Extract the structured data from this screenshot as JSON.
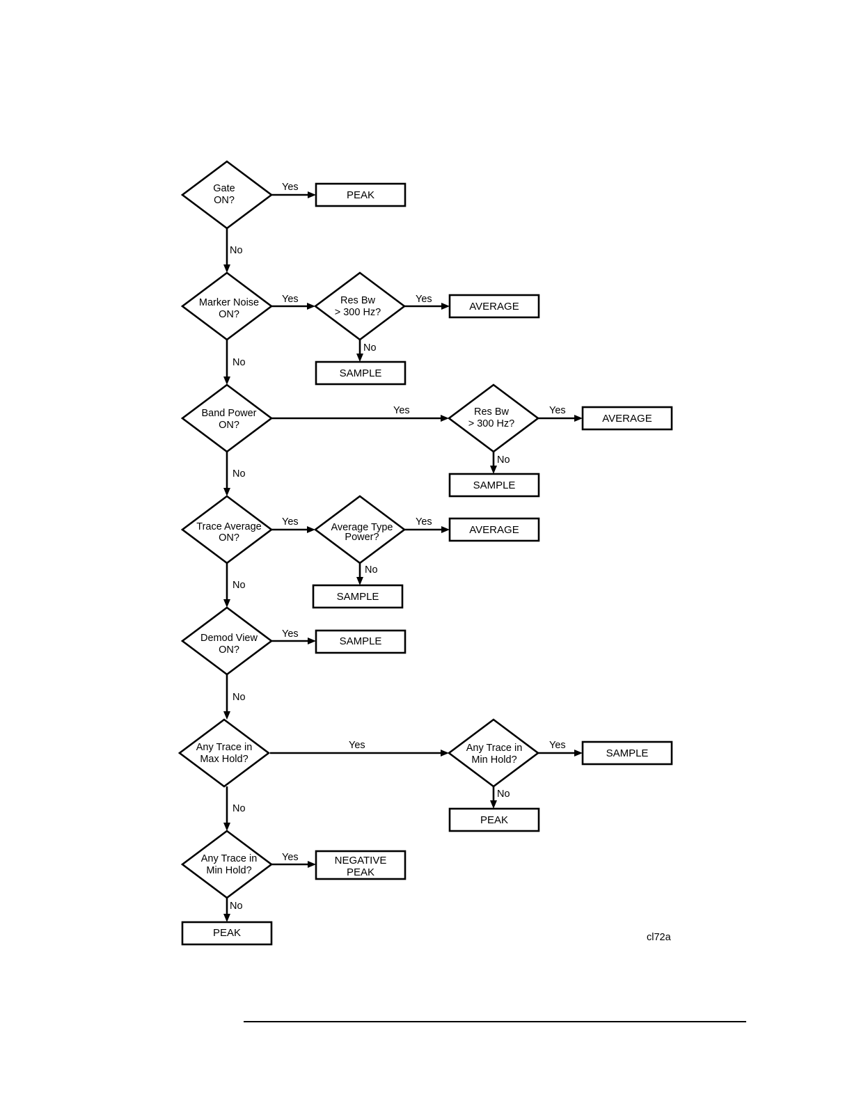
{
  "decisions": {
    "gate": [
      "Gate",
      "ON?"
    ],
    "marker_noise": [
      "Marker Noise",
      "ON?"
    ],
    "res_bw_1": [
      "Res Bw",
      "> 300 Hz?"
    ],
    "band_power": [
      "Band Power",
      "ON?"
    ],
    "res_bw_2": [
      "Res Bw",
      "> 300 Hz?"
    ],
    "trace_average": [
      "Trace Average",
      "ON?"
    ],
    "average_type": [
      "Average Type",
      "Power?"
    ],
    "demod_view": [
      "Demod View",
      "ON?"
    ],
    "any_trace_max": [
      "Any Trace in",
      "Max Hold?"
    ],
    "any_trace_min_1": [
      "Any Trace in",
      "Min Hold?"
    ],
    "any_trace_min_2": [
      "Any Trace in",
      "Min Hold?"
    ]
  },
  "outcomes": {
    "peak_1": [
      "PEAK"
    ],
    "average_1": [
      "AVERAGE"
    ],
    "sample_1": [
      "SAMPLE"
    ],
    "average_2": [
      "AVERAGE"
    ],
    "sample_2": [
      "SAMPLE"
    ],
    "average_3": [
      "AVERAGE"
    ],
    "sample_3": [
      "SAMPLE"
    ],
    "sample_4": [
      "SAMPLE"
    ],
    "sample_5": [
      "SAMPLE"
    ],
    "peak_2": [
      "PEAK"
    ],
    "negative_peak": [
      "NEGATIVE",
      "PEAK"
    ],
    "peak_3": [
      "PEAK"
    ]
  },
  "branch_labels": {
    "yes": "Yes",
    "no": "No"
  },
  "figure_id": "cl72a"
}
